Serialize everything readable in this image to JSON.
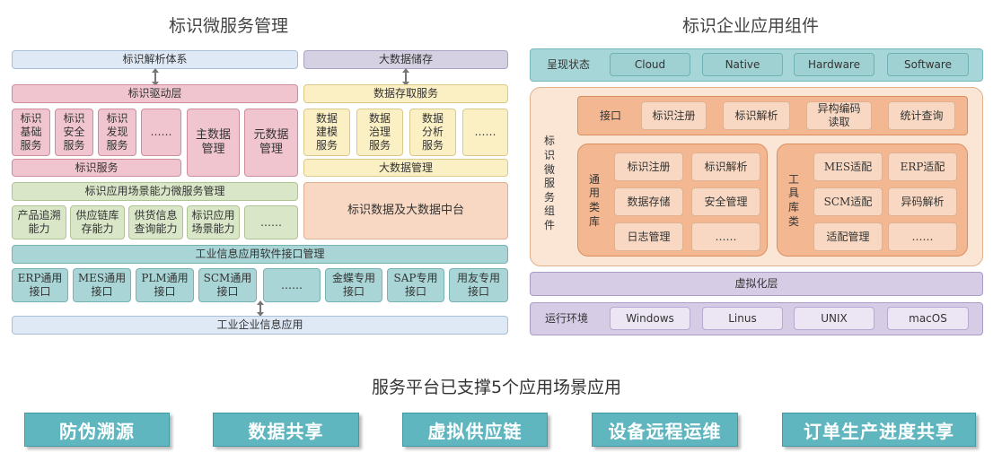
{
  "left": {
    "title": "标识微服务管理",
    "id_parsing_system": "标识解析体系",
    "id_driver_layer": "标识驱动层",
    "id_services_small": [
      "标识\n基础\n服务",
      "标识\n安全\n服务",
      "标识\n发现\n服务",
      "……"
    ],
    "master_data": "主数据\n管理",
    "meta_data": "元数据\n管理",
    "id_service": "标识服务",
    "app_scene_mgmt": "标识应用场景能力微服务管理",
    "app_abilities": [
      "产品追溯\n能力",
      "供应链库\n存能力",
      "供货信息\n查询能力",
      "标识应用\n场景能力",
      "……"
    ],
    "bigdata_storage": "大数据储存",
    "data_access": "数据存取服务",
    "data_services": [
      "数据\n建模\n服务",
      "数据\n治理\n服务",
      "数据\n分析\n服务",
      "……"
    ],
    "bigdata_mgmt": "大数据管理",
    "bigdata_platform": "标识数据及大数据中台",
    "industrial_interface_mgmt": "工业信息应用软件接口管理",
    "interfaces": [
      "ERP通用\n接口",
      "MES通用\n接口",
      "PLM通用\n接口",
      "SCM通用\n接口",
      "……",
      "金蝶专用\n接口",
      "SAP专用\n接口",
      "用友专用\n接口"
    ],
    "industrial_apps": "工业企业信息应用"
  },
  "right": {
    "title": "标识企业应用组件",
    "presentation_label": "呈现状态",
    "presentation": [
      "Cloud",
      "Native",
      "Hardware",
      "Software"
    ],
    "component_label": "标\n识\n微\n服\n务\n组\n件",
    "interface_label": "接口",
    "interface_items": [
      "标识注册",
      "标识解析",
      "异构编码\n读取",
      "统计查询"
    ],
    "common_label": "通\n用\n类\n库",
    "common_items": [
      "标识注册",
      "标识解析",
      "数据存储",
      "安全管理",
      "日志管理",
      "……"
    ],
    "tool_label": "工\n具\n库\n类",
    "tool_items": [
      "MES适配",
      "ERP适配",
      "SCM适配",
      "异码解析",
      "适配管理",
      "……"
    ],
    "virtualization": "虚拟化层",
    "runtime_label": "运行环境",
    "runtime": [
      "Windows",
      "Linus",
      "UNIX",
      "macOS"
    ]
  },
  "bottom": {
    "subtitle": "服务平台已支撑5个应用场景应用",
    "scenes": [
      "防伪溯源",
      "数据共享",
      "虚拟供应链",
      "设备远程运维",
      "订单生产进度共享"
    ]
  }
}
